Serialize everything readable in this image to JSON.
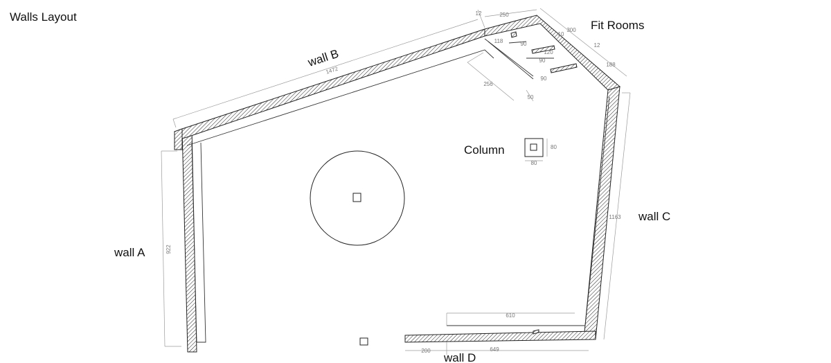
{
  "title": "Walls Layout",
  "labels": {
    "wall_a": "wall A",
    "wall_b": "wall B",
    "wall_c": "wall C",
    "wall_d": "wall D",
    "column": "Column",
    "fit_rooms": "Fit Rooms"
  },
  "dimensions": {
    "wall_a_length": "922",
    "wall_b_length": "1472",
    "wall_c_length": "1163",
    "wall_d_length": "649",
    "wall_d_offset": "200",
    "wall_d_inner": "610",
    "column_w": "80",
    "column_h": "80",
    "fr_12_top": "12",
    "fr_250": "250",
    "fr_300": "300",
    "fr_10": "10",
    "fr_12_right": "12",
    "fr_188": "188",
    "fr_118": "118",
    "fr_90_a": "90",
    "fr_120": "120",
    "fr_90_b": "90",
    "fr_90_c": "90",
    "fr_256": "256",
    "fr_50": "50"
  },
  "colors": {
    "line": "#222222",
    "dimension": "#9a9a9a",
    "background": "#ffffff"
  }
}
